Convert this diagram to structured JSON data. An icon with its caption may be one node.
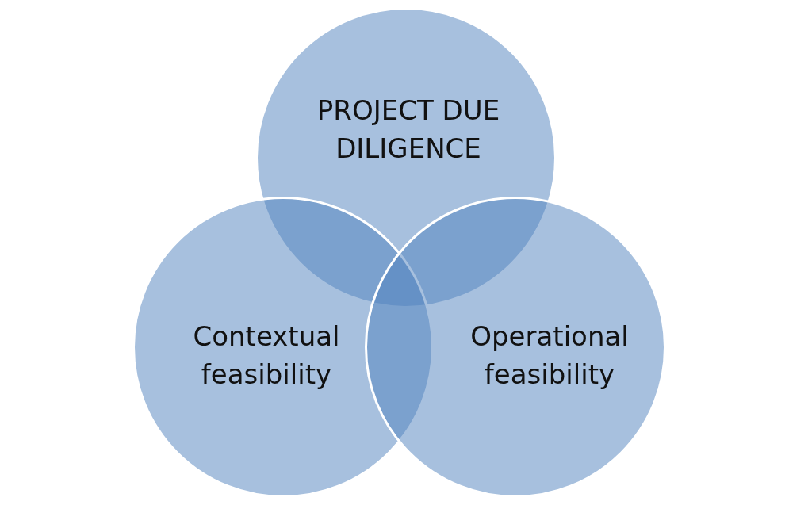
{
  "diagram": {
    "nodes": [
      {
        "text": [
          "PROJECT DUE DILIGENCE"
        ]
      },
      {
        "text": [
          "Contextual feasibility"
        ]
      },
      {
        "text": [
          "Operational feasibility"
        ]
      }
    ]
  }
}
